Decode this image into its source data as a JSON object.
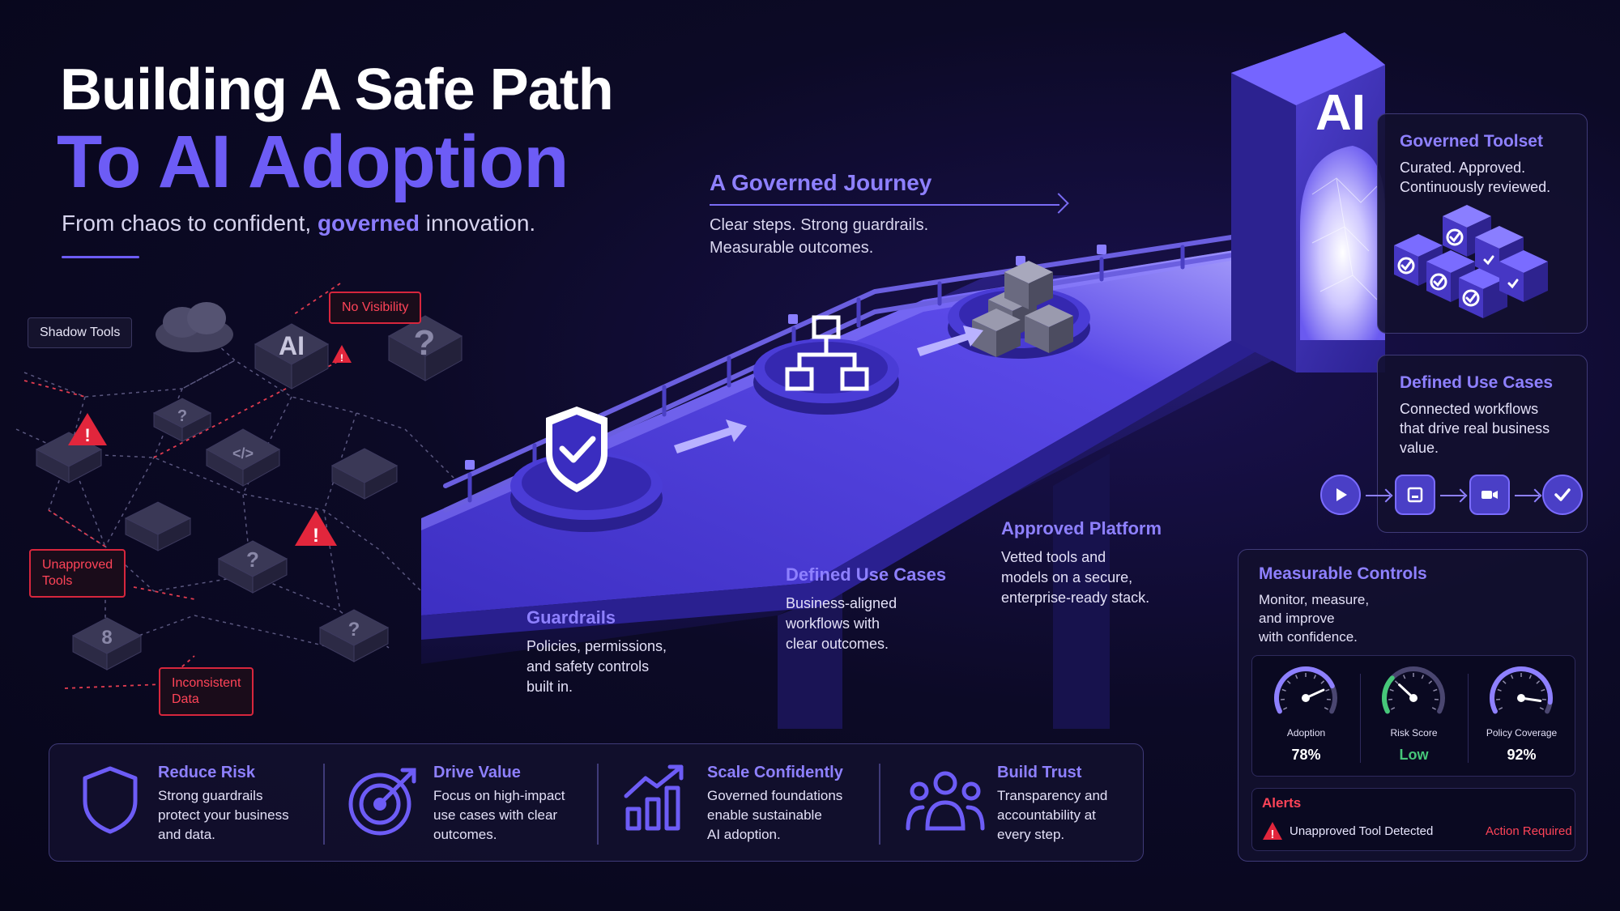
{
  "header": {
    "title_line1": "Building A Safe Path",
    "title_line2": "To AI Adoption",
    "subtitle_pre": "From chaos to confident, ",
    "subtitle_highlight": "governed",
    "subtitle_post": " innovation."
  },
  "journey": {
    "title": "A Governed Journey",
    "desc_line1": "Clear steps. Strong guardrails.",
    "desc_line2": "Measurable outcomes."
  },
  "chaos": {
    "shadow_tools": "Shadow Tools",
    "no_visibility": "No Visibility",
    "unapproved_line1": "Unapproved",
    "unapproved_line2": "Tools",
    "inconsistent_line1": "Inconsistent",
    "inconsistent_line2": "Data",
    "ai_node": "AI"
  },
  "gate": {
    "label": "AI"
  },
  "steps": [
    {
      "title": "Guardrails",
      "desc_l1": "Policies, permissions,",
      "desc_l2": "and safety controls",
      "desc_l3": "built in."
    },
    {
      "title": "Defined Use Cases",
      "desc_l1": "Business-aligned",
      "desc_l2": "workflows with",
      "desc_l3": "clear outcomes."
    },
    {
      "title": "Approved Platform",
      "desc_l1": "Vetted tools and",
      "desc_l2": "models on a secure,",
      "desc_l3": "enterprise-ready stack."
    }
  ],
  "panels": {
    "toolset": {
      "title": "Governed Toolset",
      "desc_l1": "Curated. Approved.",
      "desc_l2": "Continuously reviewed."
    },
    "use_cases": {
      "title": "Defined Use Cases",
      "desc_l1": "Connected workflows",
      "desc_l2": "that drive real business",
      "desc_l3": "value."
    },
    "controls": {
      "title": "Measurable Controls",
      "desc_l1": "Monitor, measure,",
      "desc_l2": "and improve",
      "desc_l3": "with confidence.",
      "gauges": [
        {
          "label": "Adoption",
          "value": "78%",
          "level": 0.78
        },
        {
          "label": "Risk Score",
          "value": "Low",
          "level": 0.3
        },
        {
          "label": "Policy Coverage",
          "value": "92%",
          "level": 0.92
        }
      ]
    },
    "alerts": {
      "title": "Alerts",
      "message": "Unapproved Tool Detected",
      "action": "Action Required"
    }
  },
  "benefits": [
    {
      "title": "Reduce Risk",
      "desc_l1": "Strong guardrails",
      "desc_l2": "protect your business",
      "desc_l3": "and data.",
      "icon": "shield-icon"
    },
    {
      "title": "Drive Value",
      "desc_l1": "Focus on high-impact",
      "desc_l2": "use cases with clear",
      "desc_l3": "outcomes.",
      "icon": "target-icon"
    },
    {
      "title": "Scale Confidently",
      "desc_l1": "Governed foundations",
      "desc_l2": "enable sustainable",
      "desc_l3": "AI adoption.",
      "icon": "growth-chart-icon"
    },
    {
      "title": "Build Trust",
      "desc_l1": "Transparency and",
      "desc_l2": "accountability at",
      "desc_l3": "every step.",
      "icon": "people-icon"
    }
  ],
  "colors": {
    "accent": "#6d5cf6",
    "accent_light": "#8e80ff",
    "alert_red": "#ff4458",
    "ok_green": "#46c779",
    "background": "#0c0a26"
  }
}
